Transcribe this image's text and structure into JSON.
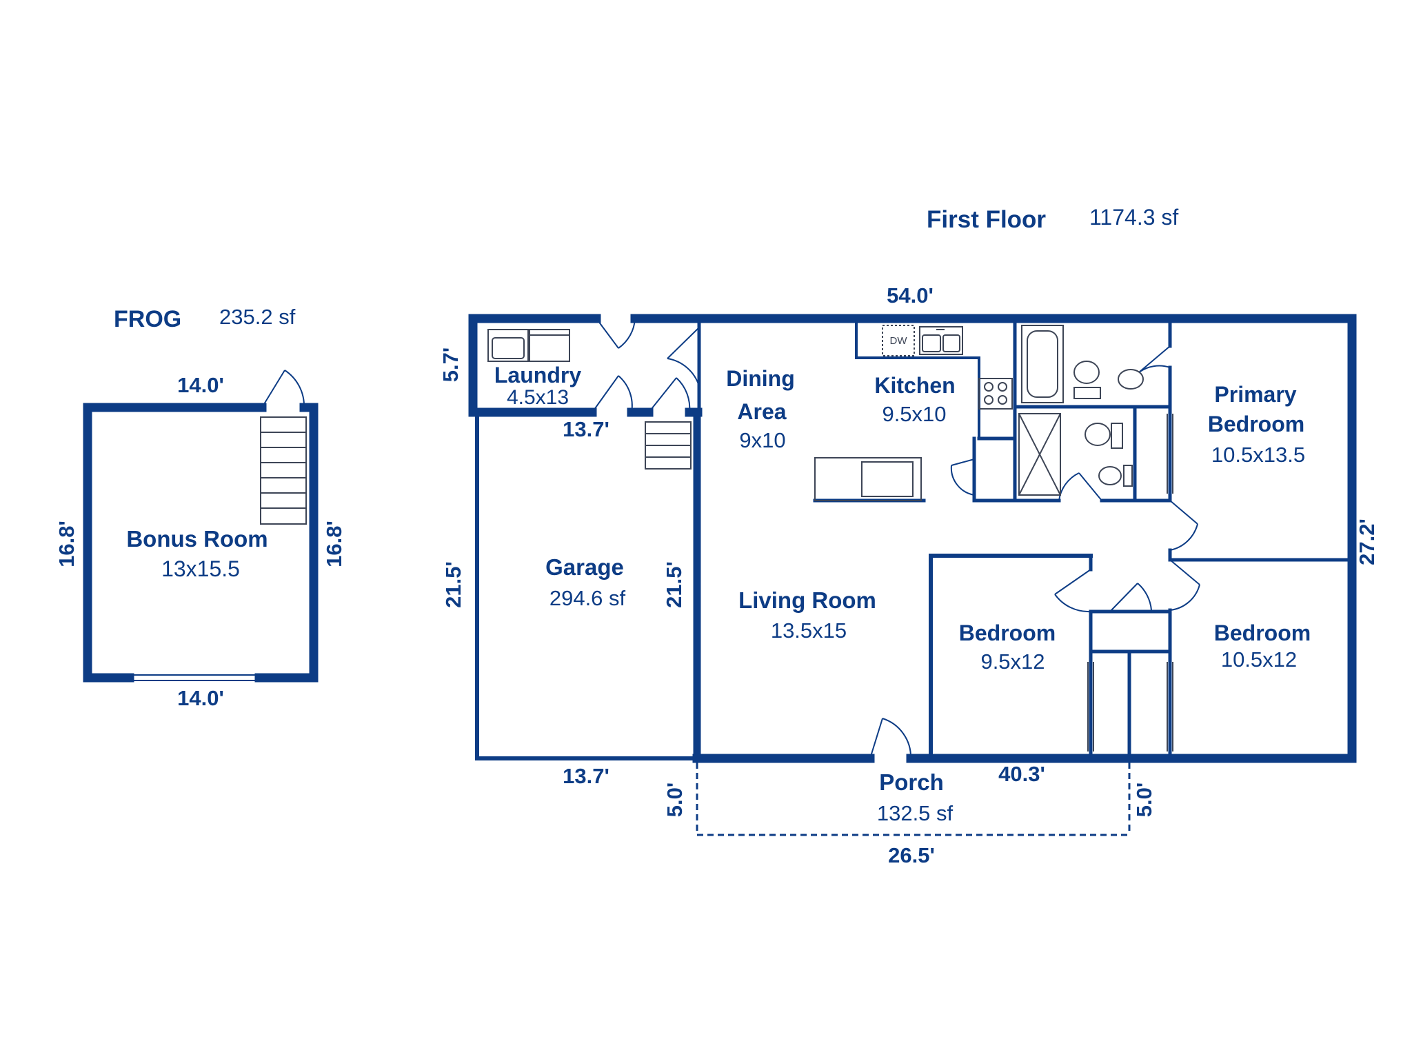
{
  "colors": {
    "ink": "#0d3c85",
    "fixture": "#3d4556",
    "paper": "#ffffff"
  },
  "frog": {
    "title": "FROG",
    "area": "235.2 sf",
    "top_dim": "14.0'",
    "bottom_dim": "14.0'",
    "left_dim": "16.8'",
    "right_dim": "16.8'",
    "room": {
      "name": "Bonus Room",
      "size": "13x15.5"
    }
  },
  "first_floor": {
    "title": "First Floor",
    "area": "1174.3 sf",
    "dims": {
      "top": "54.0'",
      "laundry_height": "5.7'",
      "laundry_bottom": "13.7'",
      "garage_left": "21.5'",
      "garage_right": "21.5'",
      "garage_bottom": "13.7'",
      "right_side": "27.2'",
      "bottom": "40.3'",
      "porch_left": "5.0'",
      "porch_right": "5.0'",
      "porch_width": "26.5'"
    },
    "rooms": {
      "laundry": {
        "name": "Laundry",
        "size": "4.5x13"
      },
      "dining": {
        "name1": "Dining",
        "name2": "Area",
        "size": "9x10"
      },
      "kitchen": {
        "name": "Kitchen",
        "size": "9.5x10"
      },
      "primary_bedroom": {
        "name1": "Primary",
        "name2": "Bedroom",
        "size": "10.5x13.5"
      },
      "garage": {
        "name": "Garage",
        "size": "294.6 sf"
      },
      "living_room": {
        "name": "Living Room",
        "size": "13.5x15"
      },
      "bedroom_a": {
        "name": "Bedroom",
        "size": "9.5x12"
      },
      "bedroom_b": {
        "name": "Bedroom",
        "size": "10.5x12"
      },
      "porch": {
        "name": "Porch",
        "size": "132.5 sf"
      }
    },
    "fixtures": {
      "dishwasher": "DW"
    }
  }
}
